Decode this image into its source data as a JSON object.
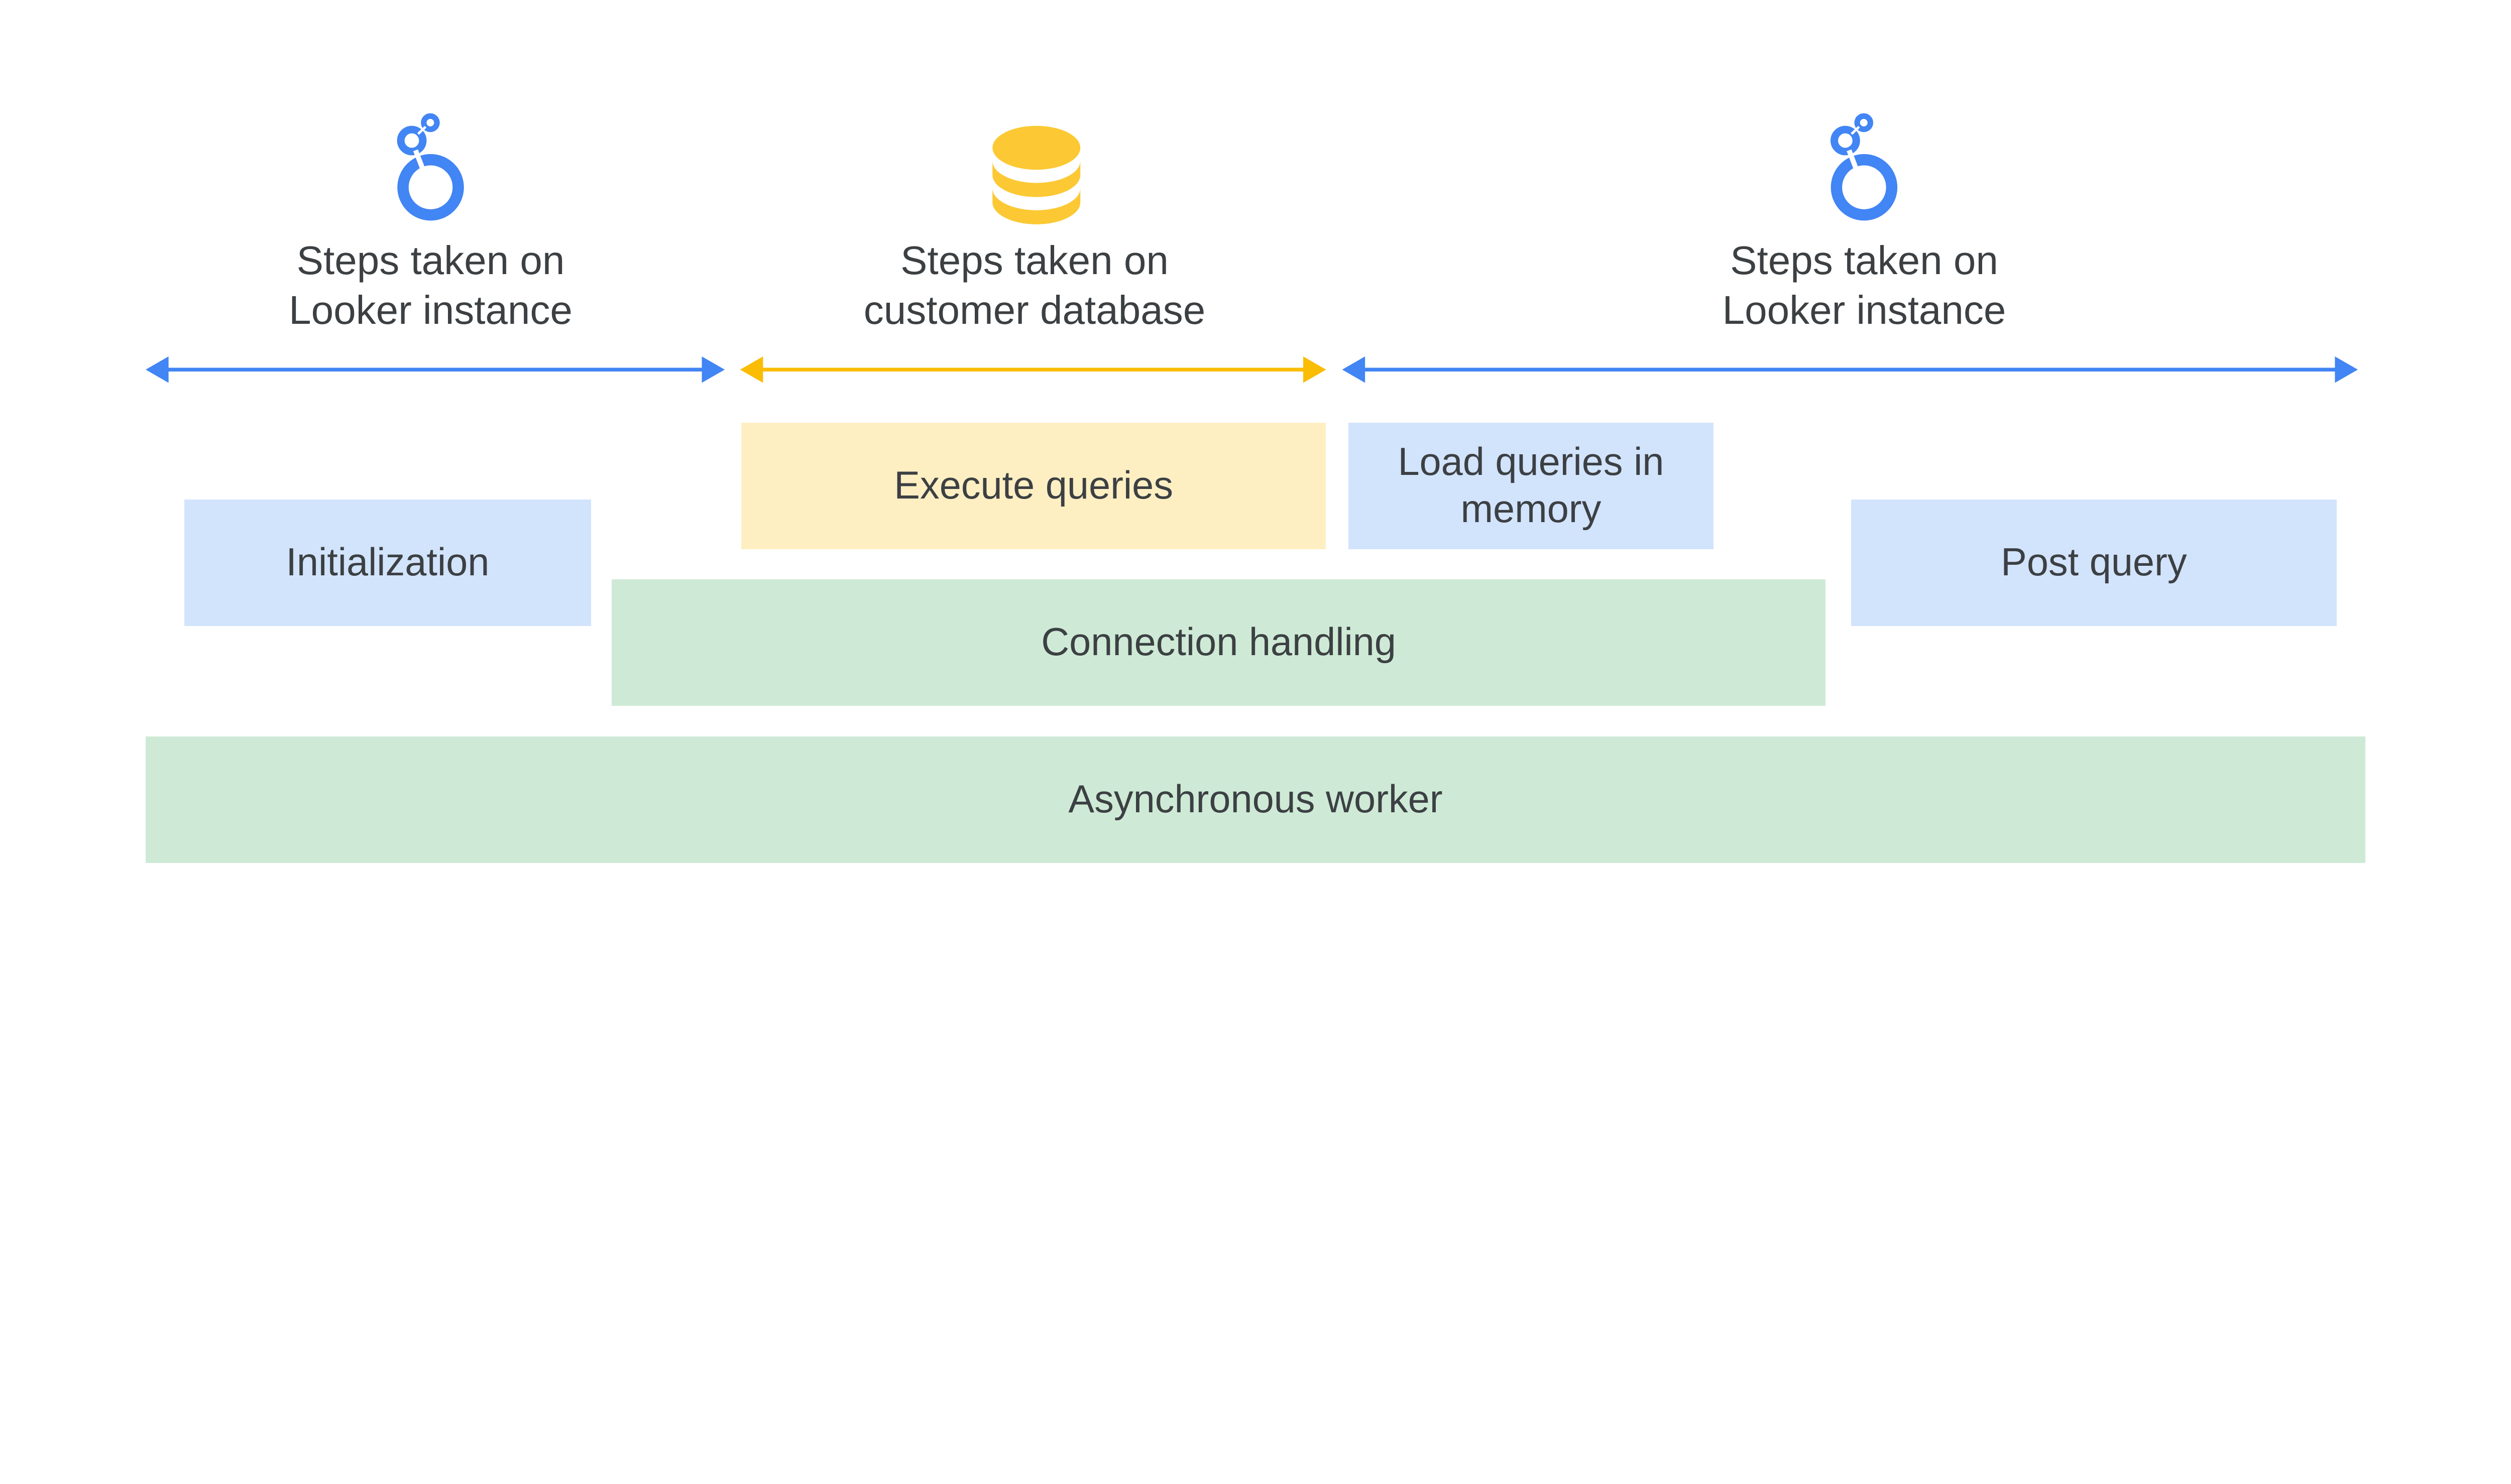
{
  "colors": {
    "looker_blue": "#4285f4",
    "database_yellow": "#fbbc04",
    "database_icon": "#fcc934",
    "box_blue": "#d2e3fc",
    "box_green": "#ceead6",
    "box_yellow": "#feefc3",
    "text": "#3c4043"
  },
  "sections": [
    {
      "icon": "looker-logo-icon",
      "line1": "Steps taken on",
      "line2": "Looker instance"
    },
    {
      "icon": "database-icon",
      "line1": "Steps taken on",
      "line2": "customer database"
    },
    {
      "icon": "looker-logo-icon",
      "line1": "Steps taken on",
      "line2": "Looker instance"
    }
  ],
  "boxes": {
    "execute_queries": "Execute queries",
    "load_queries": "Load queries in memory",
    "initialization": "Initialization",
    "post_query": "Post query",
    "connection_handling": "Connection handling",
    "asynchronous_worker": "Asynchronous worker"
  }
}
